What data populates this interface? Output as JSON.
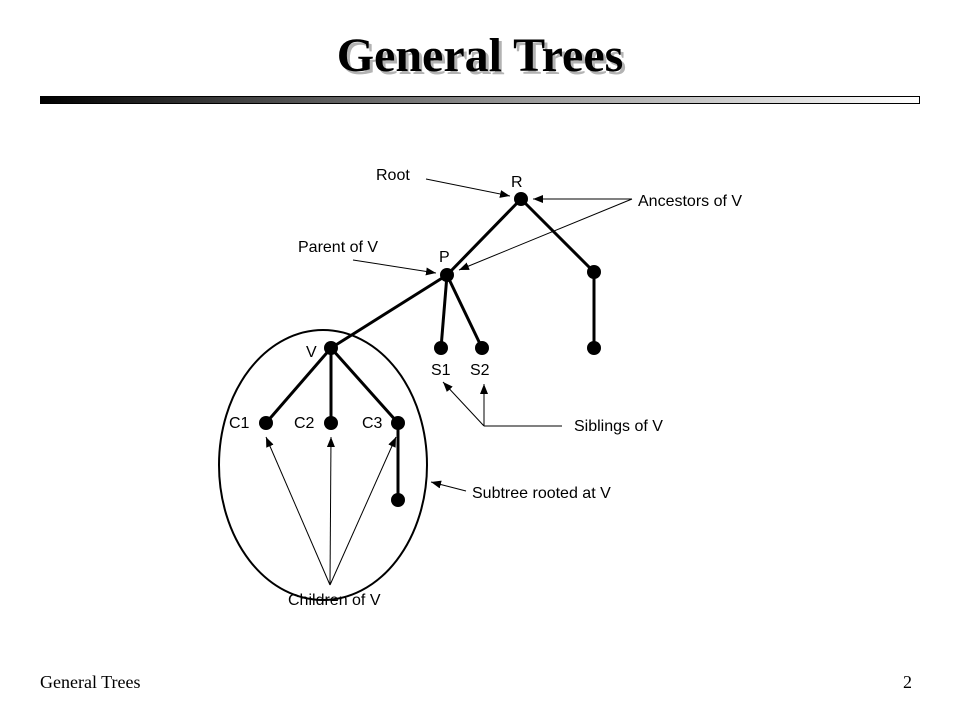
{
  "title": "General Trees",
  "footer": {
    "left": "General Trees",
    "page_number": "2"
  },
  "diagram": {
    "nodes": {
      "root": "R",
      "parent": "P",
      "v": "V",
      "s1": "S1",
      "s2": "S2",
      "c1": "C1",
      "c2": "C2",
      "c3": "C3"
    },
    "annotations": {
      "root": "Root",
      "ancestors": "Ancestors of V",
      "parent": "Parent of V",
      "siblings": "Siblings of V",
      "subtree": "Subtree rooted at V",
      "children": "Children of V"
    }
  }
}
